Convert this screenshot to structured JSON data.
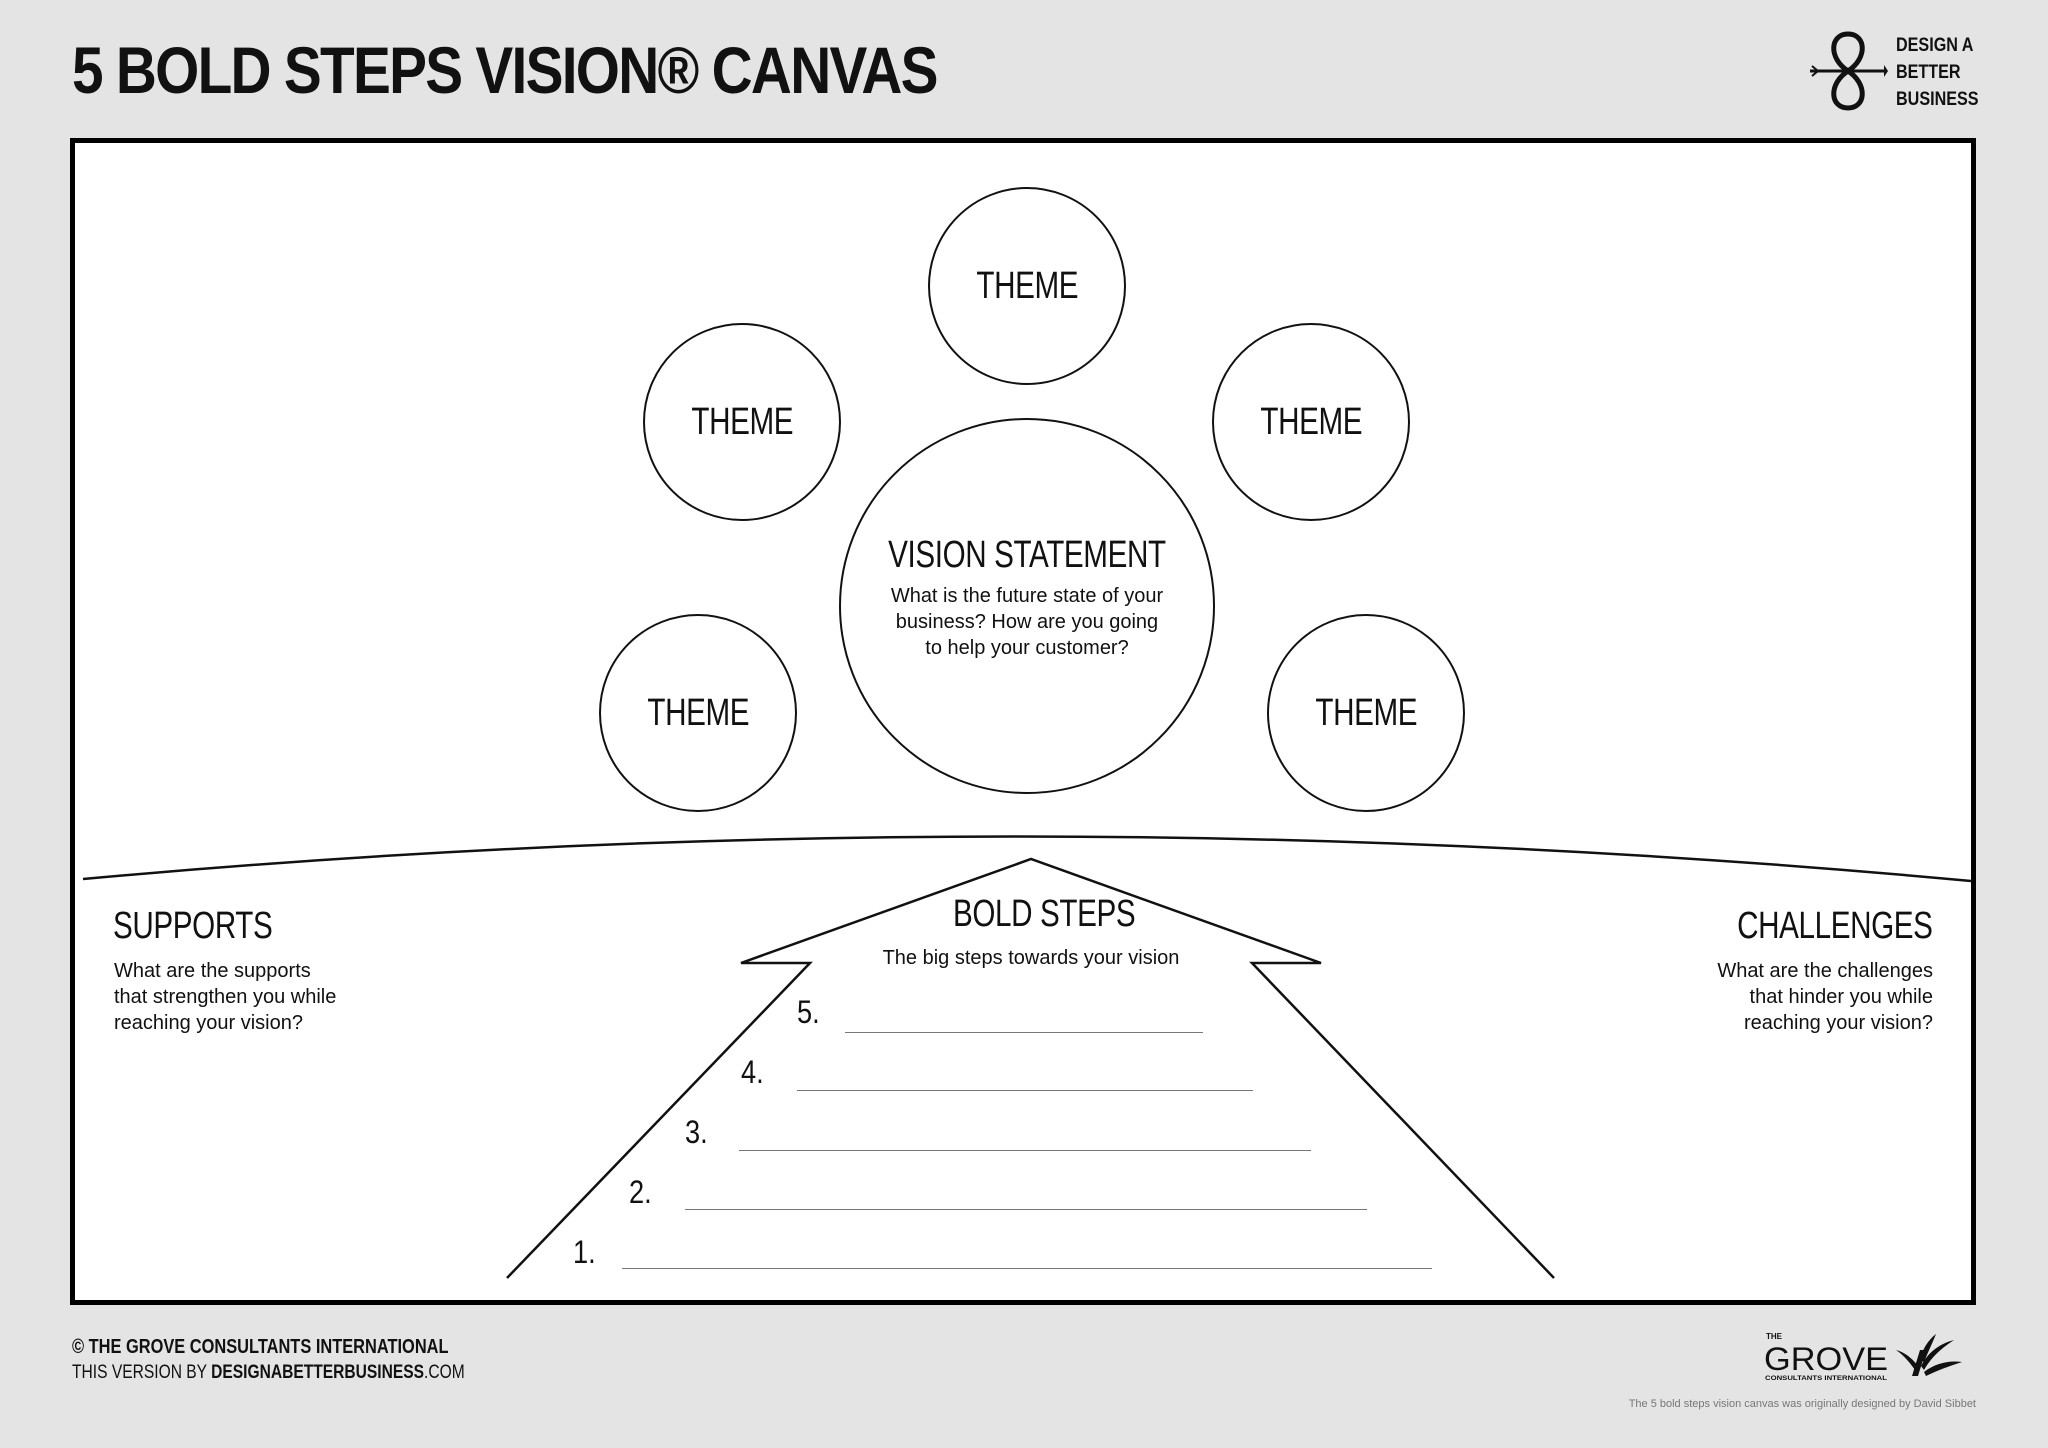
{
  "header": {
    "title": "5 BOLD STEPS VISION® CANVAS",
    "brand_lines": [
      "DESIGN A",
      "BETTER",
      "BUSINESS"
    ]
  },
  "themes": [
    "THEME",
    "THEME",
    "THEME",
    "THEME",
    "THEME"
  ],
  "vision": {
    "title": "VISION STATEMENT",
    "description": "What is the future state of your business? How are you going to help your customer?"
  },
  "bold_steps": {
    "title": "BOLD STEPS",
    "description": "The big steps towards your vision",
    "steps": [
      "5.",
      "4.",
      "3.",
      "2.",
      "1."
    ]
  },
  "supports": {
    "title": "SUPPORTS",
    "description_lines": [
      "What are the supports",
      "that strengthen you while",
      "reaching your vision?"
    ]
  },
  "challenges": {
    "title": "CHALLENGES",
    "description_lines": [
      "What are the challenges",
      "that hinder you while",
      "reaching your vision?"
    ]
  },
  "footer": {
    "copyright": "© THE GROVE CONSULTANTS INTERNATIONAL",
    "version_prefix": "THIS VERSION BY ",
    "version_site": "DESIGNABETTERBUSINESS",
    "version_suffix": ".COM",
    "grove_the": "THE",
    "grove_name": "GROVE",
    "grove_sub": "CONSULTANTS INTERNATIONAL",
    "credit": "The 5 bold steps vision canvas was originally designed by David Sibbet"
  }
}
